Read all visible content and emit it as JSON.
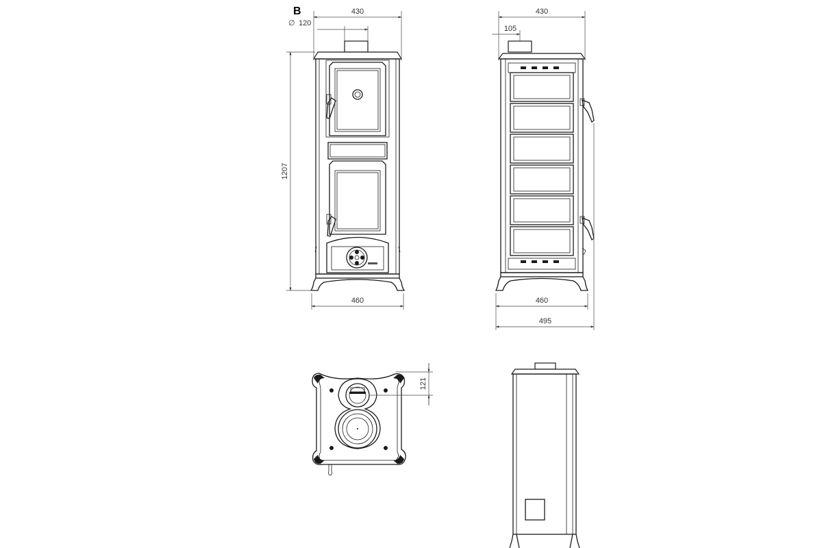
{
  "view_label": "B",
  "flue_diameter_symbol": "∅",
  "flue_diameter": "120",
  "dimensions": {
    "front_width": "430",
    "front_base_width": "460",
    "height": "1207",
    "side_width": "430",
    "flue_offset": "105",
    "side_base_width": "460",
    "side_total_depth": "495",
    "top_flue_offset": "121"
  },
  "colors": {
    "line": "#1a1a1a",
    "background": "#ffffff"
  }
}
